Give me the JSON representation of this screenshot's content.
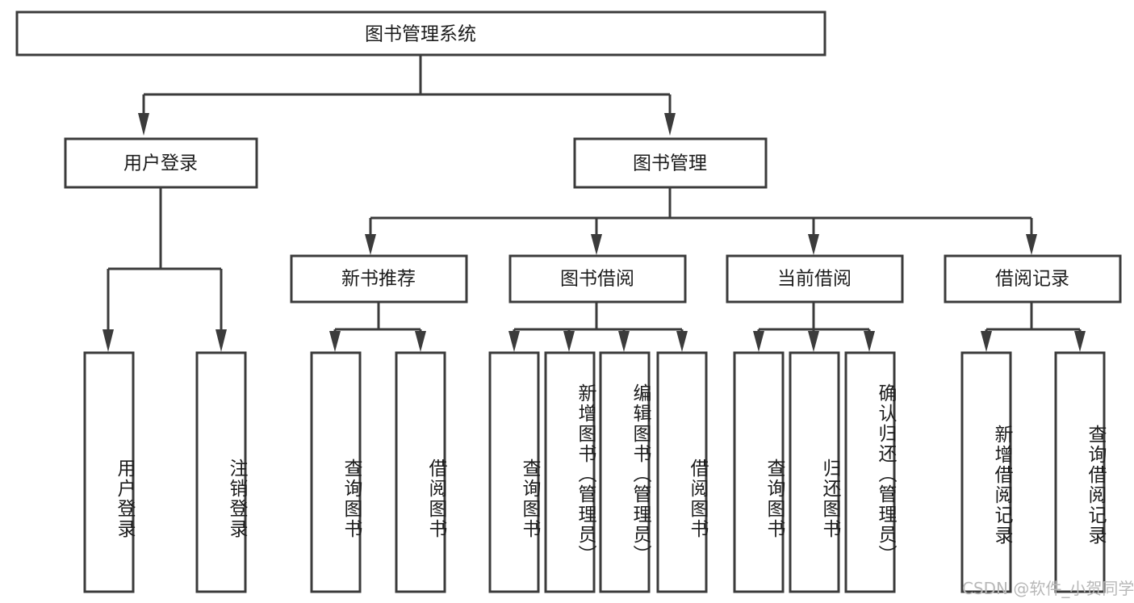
{
  "diagram": {
    "title": "图书管理系统",
    "type": "tree-hierarchy",
    "root": {
      "id": "root",
      "label": "图书管理系统",
      "orientation": "horizontal"
    },
    "level2": [
      {
        "id": "user-login",
        "label": "用户登录",
        "orientation": "horizontal"
      },
      {
        "id": "book-manage",
        "label": "图书管理",
        "orientation": "horizontal"
      }
    ],
    "level3": [
      {
        "id": "new-book-recommend",
        "label": "新书推荐",
        "orientation": "horizontal"
      },
      {
        "id": "book-borrow",
        "label": "图书借阅",
        "orientation": "horizontal"
      },
      {
        "id": "current-borrow",
        "label": "当前借阅",
        "orientation": "horizontal"
      },
      {
        "id": "borrow-record",
        "label": "借阅记录",
        "orientation": "horizontal"
      }
    ],
    "leaves": [
      {
        "id": "leaf-user-login",
        "label": "用户登录",
        "parent": "user-login",
        "orientation": "vertical"
      },
      {
        "id": "leaf-user-logout",
        "label": "注销登录",
        "parent": "user-login",
        "orientation": "vertical"
      },
      {
        "id": "leaf-query-book-1",
        "label": "查询图书",
        "parent": "new-book-recommend",
        "orientation": "vertical"
      },
      {
        "id": "leaf-borrow-book-1",
        "label": "借阅图书",
        "parent": "new-book-recommend",
        "orientation": "vertical"
      },
      {
        "id": "leaf-query-book-2",
        "label": "查询图书",
        "parent": "book-borrow",
        "orientation": "vertical"
      },
      {
        "id": "leaf-add-book",
        "label": "新增图书（管理员）",
        "parent": "book-borrow",
        "orientation": "vertical"
      },
      {
        "id": "leaf-edit-book",
        "label": "编辑图书（管理员）",
        "parent": "book-borrow",
        "orientation": "vertical"
      },
      {
        "id": "leaf-borrow-book-2",
        "label": "借阅图书",
        "parent": "book-borrow",
        "orientation": "vertical"
      },
      {
        "id": "leaf-query-book-3",
        "label": "查询图书",
        "parent": "current-borrow",
        "orientation": "vertical"
      },
      {
        "id": "leaf-return-book",
        "label": "归还图书",
        "parent": "current-borrow",
        "orientation": "vertical"
      },
      {
        "id": "leaf-confirm-return",
        "label": "确认归还（管理员）",
        "parent": "current-borrow",
        "orientation": "vertical"
      },
      {
        "id": "leaf-add-record",
        "label": "新增借阅记录",
        "parent": "borrow-record",
        "orientation": "vertical"
      },
      {
        "id": "leaf-query-record",
        "label": "查询借阅记录",
        "parent": "borrow-record",
        "orientation": "vertical"
      }
    ],
    "colors": {
      "stroke": "#3b3b3b",
      "fill": "#ffffff",
      "text": "#1c1c1c",
      "watermark": "#b8b8b8"
    }
  },
  "watermark": {
    "text": "CSDN @软件_小贺同学"
  }
}
